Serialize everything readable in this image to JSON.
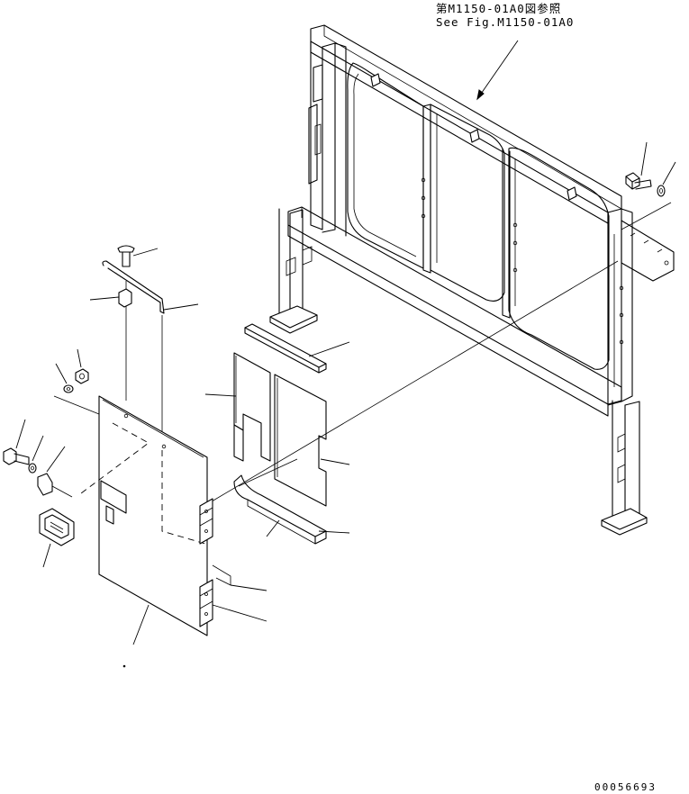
{
  "reference": {
    "japanese": "第M1150-01A0図参照",
    "english": "See Fig.M1150-01A0"
  },
  "drawing_number": "00056693",
  "parts": [
    "frame-assembly",
    "bolt",
    "washer",
    "bracket",
    "rod",
    "seal-strip",
    "insulation-pad",
    "cover-panel",
    "hinge",
    "latch",
    "nut"
  ]
}
